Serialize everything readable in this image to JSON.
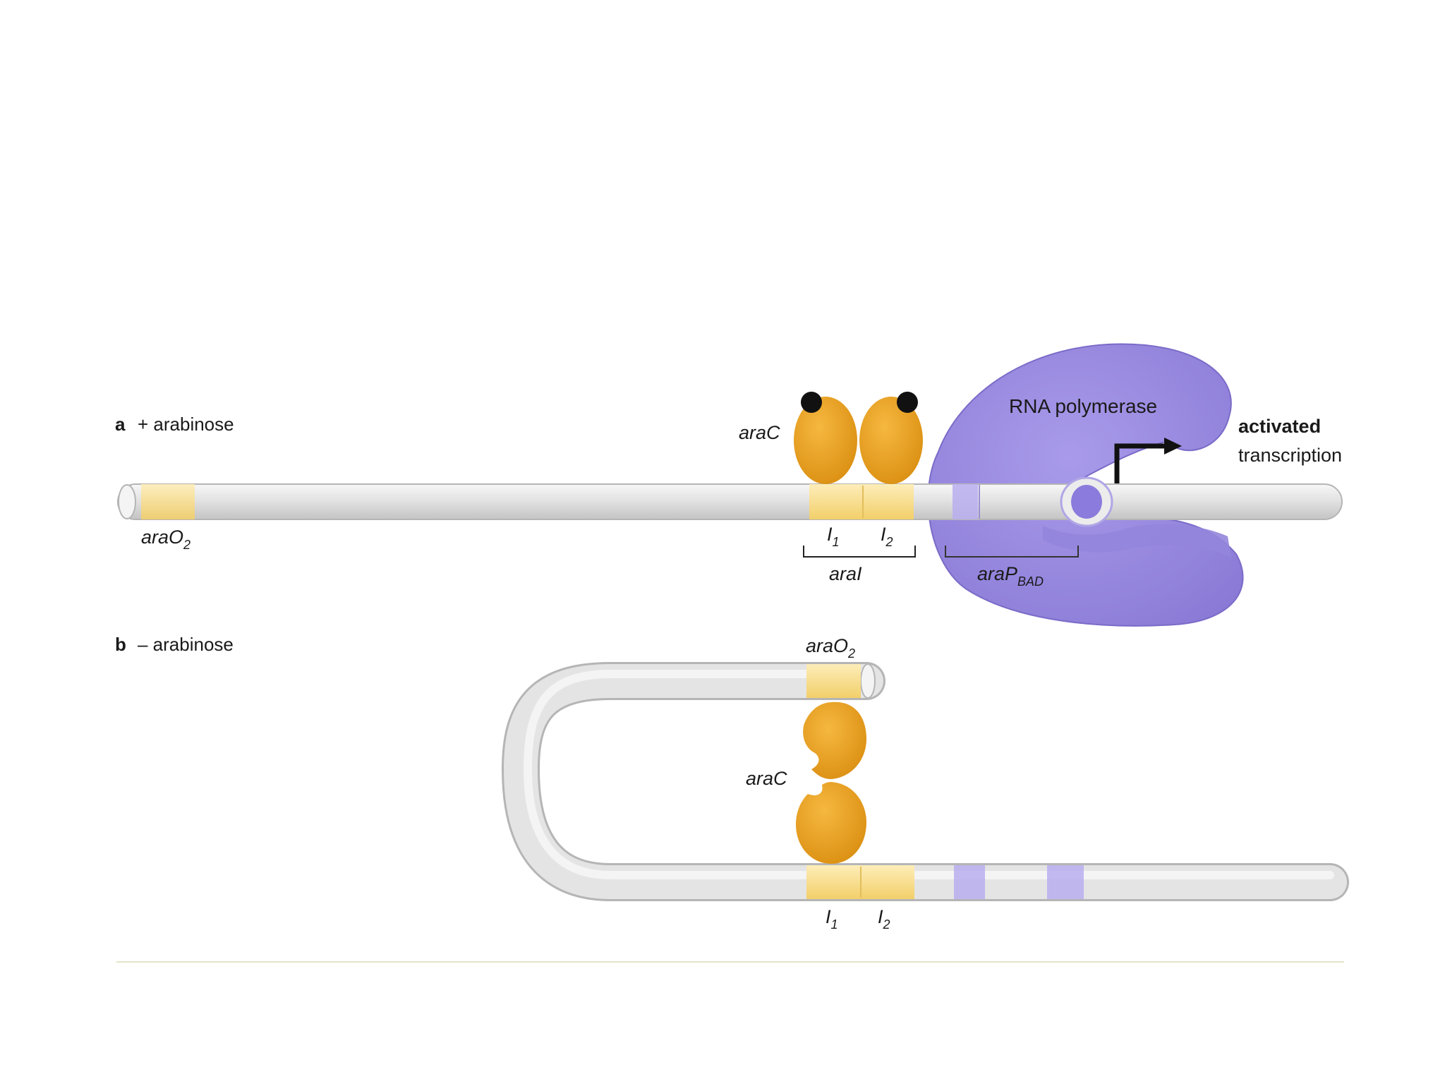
{
  "panel_a": {
    "letter": "a",
    "condition": "+ arabinose",
    "protein_label": "araC",
    "operator_label": "araO",
    "operator_sub": "2",
    "site1_label": "I",
    "site1_sub": "1",
    "site2_label": "I",
    "site2_sub": "2",
    "region_label": "araI",
    "promoter_label": "araP",
    "promoter_sub": "BAD",
    "polymerase_label": "RNA polymerase",
    "result_line1": "activated",
    "result_line2": "transcription"
  },
  "panel_b": {
    "letter": "b",
    "condition": "– arabinose",
    "operator_label": "araO",
    "operator_sub": "2",
    "protein_label": "araC",
    "site1_label": "I",
    "site1_sub": "1",
    "site2_label": "I",
    "site2_sub": "2"
  },
  "colors": {
    "dna": "#e6e6e6",
    "dna_edge": "#b8b8b8",
    "binding_site": "#f7dc8c",
    "arac": "#e8a21a",
    "polymerase": "#9b8cdf",
    "promoter_band": "#b9aef0",
    "arabinose": "#111111"
  }
}
